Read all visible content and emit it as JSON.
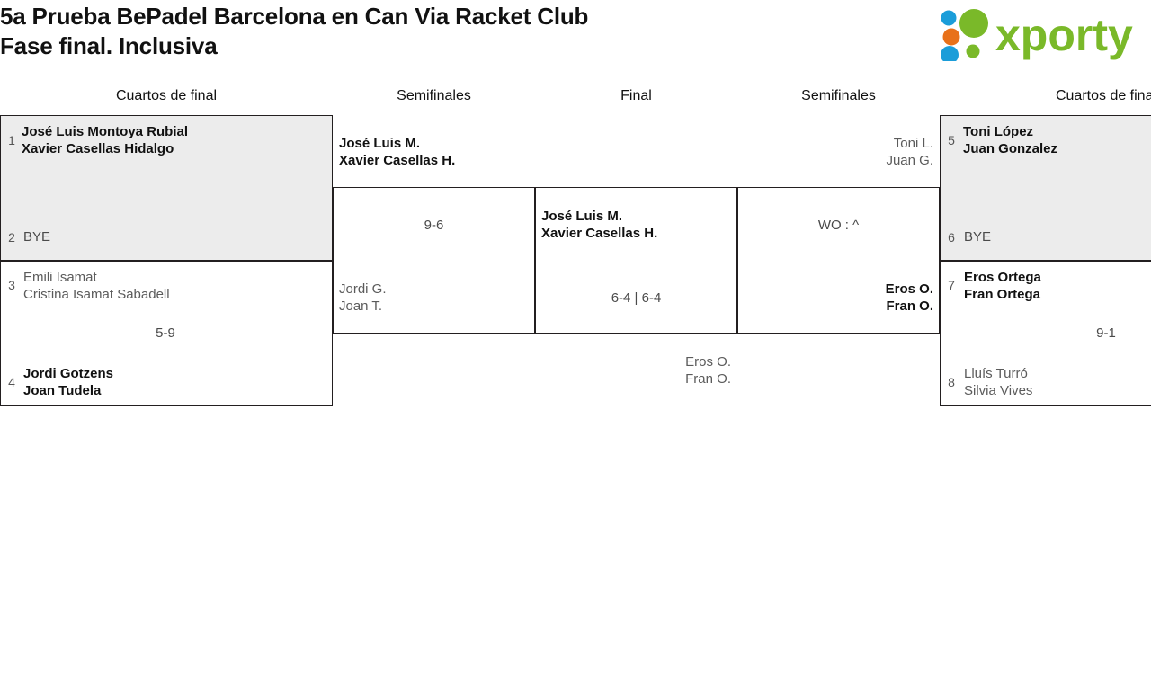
{
  "header": {
    "title": "5a Prueba BePadel Barcelona en Can Via Racket Club\nFase final. Inclusiva",
    "logo_text": "xporty",
    "logo_colors": {
      "green": "#7ab929",
      "blue": "#1b9dd9",
      "orange": "#e8711a"
    }
  },
  "columns": {
    "qf_left": "Cuartos de final",
    "sf_left": "Semifinales",
    "final": "Final",
    "sf_right": "Semifinales",
    "qf_right": "Cuartos de final"
  },
  "bracket": {
    "quarterfinals_left": [
      {
        "match_id": "qf-l-1",
        "score": "",
        "slots": [
          {
            "seed": "1",
            "name": "José Luis Montoya Rubial\nXavier Casellas Hidalgo",
            "result": "win"
          },
          {
            "seed": "2",
            "name": "BYE",
            "result": "bye"
          }
        ]
      },
      {
        "match_id": "qf-l-2",
        "score": "5-9",
        "slots": [
          {
            "seed": "3",
            "name": "Emili Isamat\nCristina Isamat Sabadell",
            "result": "lose"
          },
          {
            "seed": "4",
            "name": "Jordi Gotzens\nJoan Tudela",
            "result": "win"
          }
        ]
      }
    ],
    "semifinal_left": {
      "match_id": "sf-l",
      "score": "9-6",
      "slots": [
        {
          "name": "José Luis M.\nXavier Casellas H.",
          "result": "win"
        },
        {
          "name": "Jordi G.\nJoan T.",
          "result": "lose"
        }
      ]
    },
    "final": {
      "match_id": "final",
      "score": "6-4 | 6-4",
      "slots": [
        {
          "name": "José Luis M.\nXavier Casellas H.",
          "result": "win"
        },
        {
          "name": "Eros O.\nFran O.",
          "result": "lose"
        }
      ]
    },
    "semifinal_right": {
      "match_id": "sf-r",
      "score": "WO : ^",
      "slots": [
        {
          "name": "Toni L.\nJuan G.",
          "result": "lose"
        },
        {
          "name": "Eros O.\nFran O.",
          "result": "win"
        }
      ]
    },
    "quarterfinals_right": [
      {
        "match_id": "qf-r-1",
        "score": "",
        "slots": [
          {
            "seed": "5",
            "name": "Toni López\nJuan Gonzalez",
            "result": "win"
          },
          {
            "seed": "6",
            "name": "BYE",
            "result": "bye"
          }
        ]
      },
      {
        "match_id": "qf-r-2",
        "score": "9-1",
        "slots": [
          {
            "seed": "7",
            "name": "Eros Ortega\nFran Ortega",
            "result": "win"
          },
          {
            "seed": "8",
            "name": "Lluís Turró\nSilvia Vives",
            "result": "lose"
          }
        ]
      }
    ]
  }
}
